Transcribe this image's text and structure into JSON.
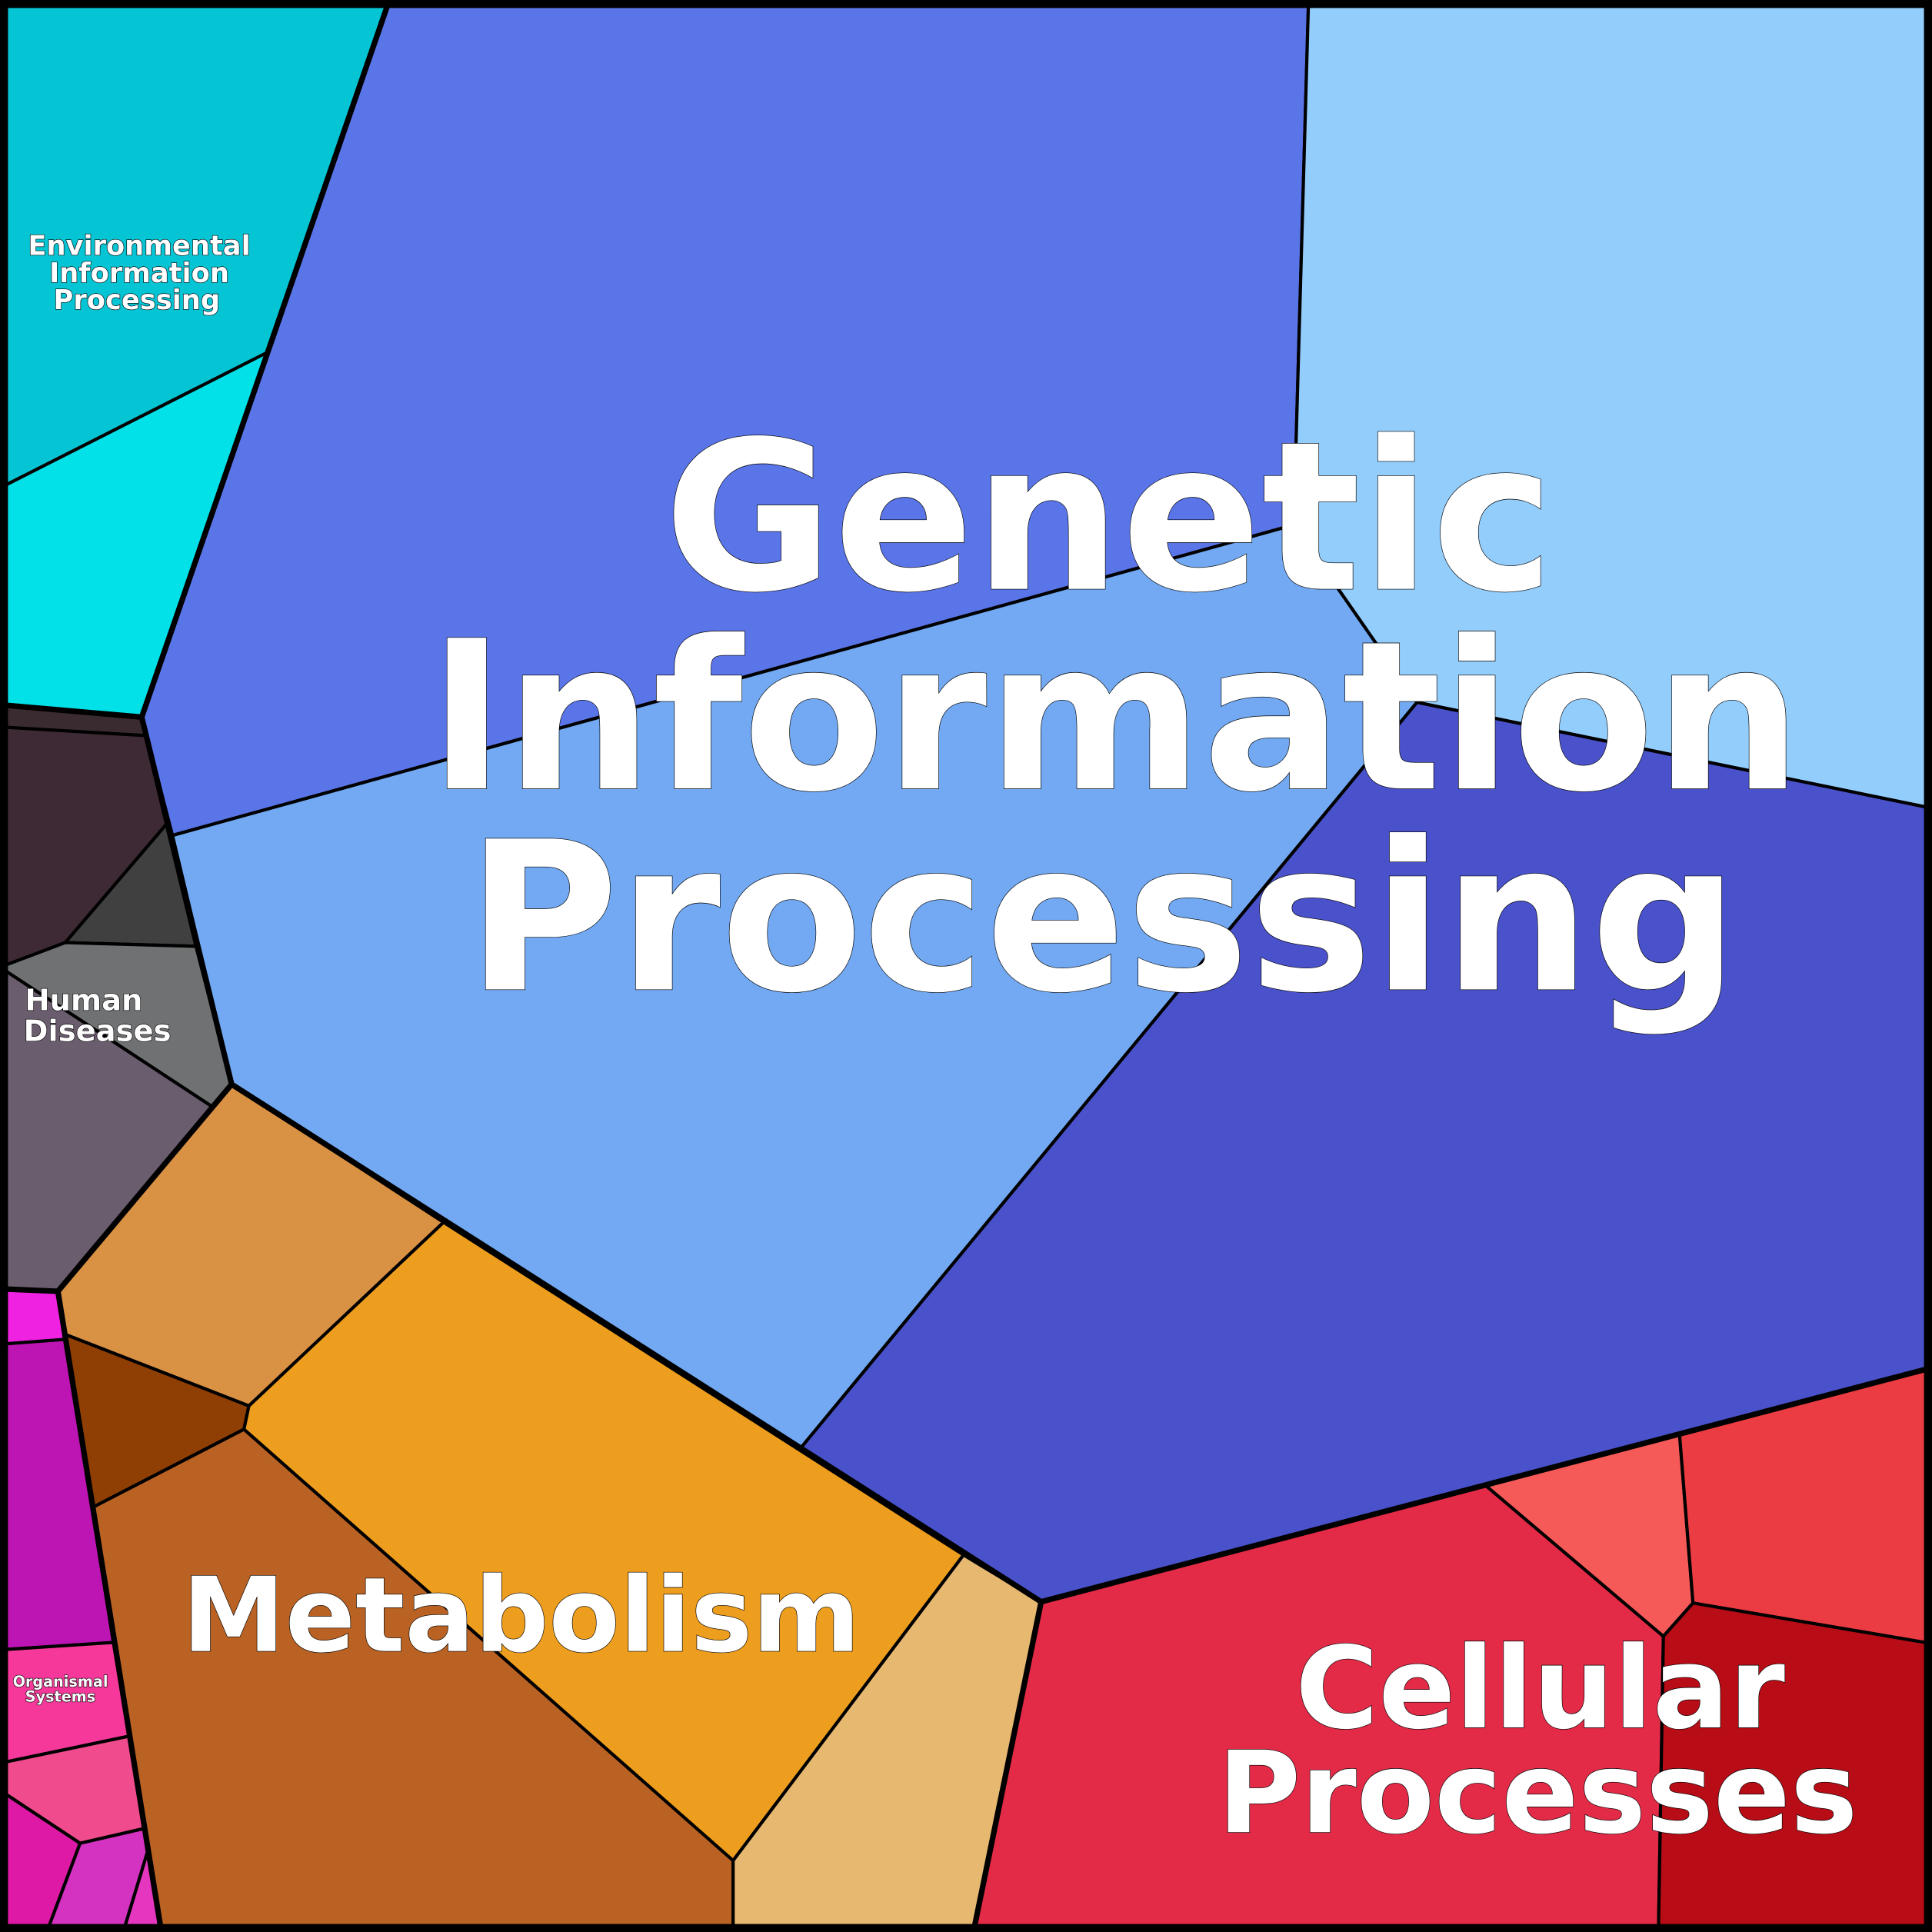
{
  "labels": {
    "genetic": [
      "Genetic",
      "Information",
      "Processing"
    ],
    "metabolism": "Metabolism",
    "cellular": [
      "Cellular",
      "Processes"
    ],
    "environmental": [
      "Environmental",
      "Information",
      "Processing"
    ],
    "human": [
      "Human",
      "Diseases"
    ],
    "organismal": [
      "Organismal",
      "Systems"
    ]
  },
  "cells": [
    {
      "group": "Environmental Information Processing",
      "color": "#05c4d4"
    },
    {
      "group": "Environmental Information Processing",
      "color": "#03e1e8"
    },
    {
      "group": "Genetic Information Processing",
      "color": "#5a75e8"
    },
    {
      "group": "Genetic Information Processing",
      "color": "#93cdfc"
    },
    {
      "group": "Genetic Information Processing",
      "color": "#72a9f2"
    },
    {
      "group": "Genetic Information Processing",
      "color": "#4a52cb"
    },
    {
      "group": "Human Diseases",
      "color": "#3a2b30"
    },
    {
      "group": "Human Diseases",
      "color": "#3d2a34"
    },
    {
      "group": "Human Diseases",
      "color": "#404040"
    },
    {
      "group": "Human Diseases",
      "color": "#707173"
    },
    {
      "group": "Human Diseases",
      "color": "#6a5d6e"
    },
    {
      "group": "Metabolism",
      "color": "#d99144"
    },
    {
      "group": "Metabolism",
      "color": "#8f3f03"
    },
    {
      "group": "Metabolism",
      "color": "#b96223"
    },
    {
      "group": "Metabolism",
      "color": "#ee9e1e"
    },
    {
      "group": "Metabolism",
      "color": "#e7b870"
    },
    {
      "group": "Cellular Processes",
      "color": "#e32b48"
    },
    {
      "group": "Cellular Processes",
      "color": "#f65a58"
    },
    {
      "group": "Cellular Processes",
      "color": "#ea3c42"
    },
    {
      "group": "Cellular Processes",
      "color": "#b80c16"
    },
    {
      "group": "Organismal Systems",
      "color": "#ef22e2"
    },
    {
      "group": "Organismal Systems",
      "color": "#bd15b3"
    },
    {
      "group": "Organismal Systems",
      "color": "#f53899"
    },
    {
      "group": "Organismal Systems",
      "color": "#ef4b8d"
    },
    {
      "group": "Organismal Systems",
      "color": "#de19a5"
    },
    {
      "group": "Organismal Systems",
      "color": "#d333c0"
    },
    {
      "group": "Organismal Systems",
      "color": "#e536c0"
    }
  ]
}
